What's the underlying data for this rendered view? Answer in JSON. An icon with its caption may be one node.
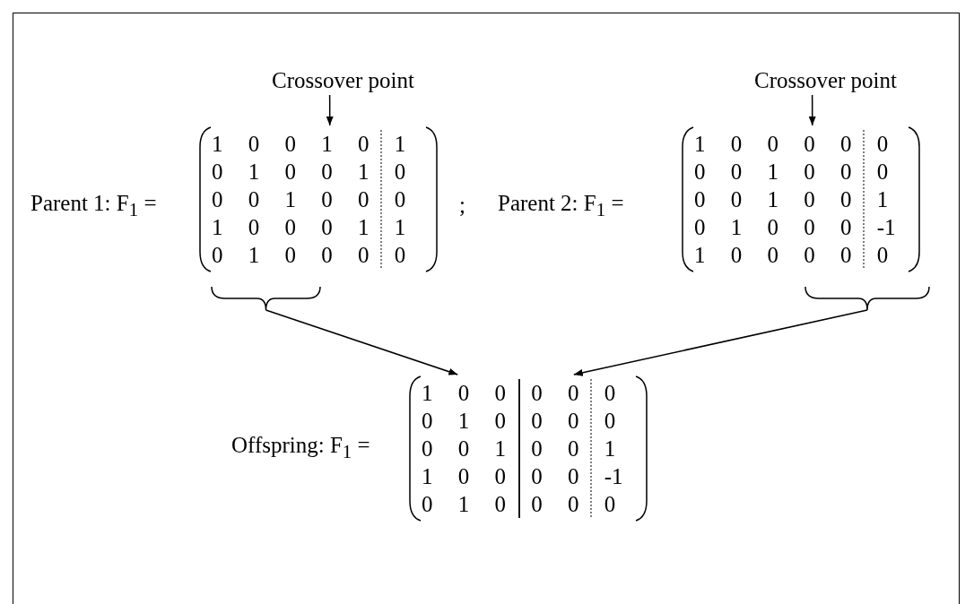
{
  "diagram": {
    "nodes": [
      {
        "text": [
          "Crossover point"
        ]
      },
      {
        "text": [
          "1 0 0 1 0 1",
          "0 1 0 0 1 0",
          "0 0 1 0 0 0",
          "1 0 0 0 1 1",
          "0 1 0 0 0 0"
        ],
        "beside": [
          "Parent 1: F$_{1}$ ="
        ]
      },
      {
        "text": [
          "Crossover point"
        ]
      },
      {
        "text": [
          "1 0 0 0 0 0",
          "0 0 1 0 0 0",
          "0 0 1 0 0 1",
          "0 1 0 0 0 -1",
          "1 0 0 0 0 0"
        ],
        "beside": [
          "Parent 2: F$_{1}$ ="
        ]
      },
      {
        "text": [],
        "shape": "bracket"
      },
      {
        "text": [],
        "shape": "bracket"
      },
      {
        "text": [
          "1 0 0 0 0 0",
          "0 1 0 0 0 0",
          "0 0 1 0 0 1",
          "1 0 0 0 0 -1",
          "0 1 0 0 0 0"
        ],
        "beside": [
          "Offspring: F$_{1}$ ="
        ]
      }
    ],
    "edges": [
      {
        "from": 0,
        "to": 1,
        "arrow": "to"
      },
      {
        "from": 2,
        "to": 3,
        "arrow": "to"
      },
      {
        "from": 4,
        "to": 6,
        "arrow": "to"
      },
      {
        "from": 5,
        "to": 6,
        "arrow": "to"
      }
    ],
    "labels": [
      ";"
    ]
  }
}
